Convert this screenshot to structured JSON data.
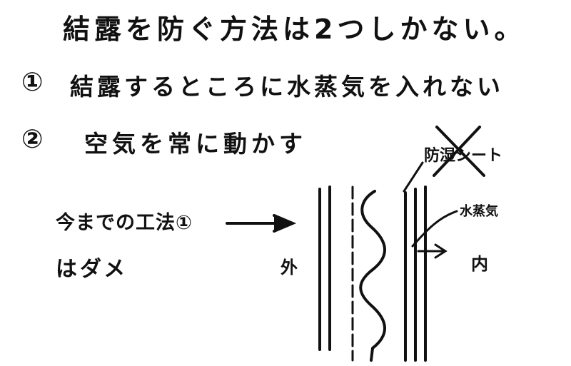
{
  "title": "結露を防ぐ方法は2つしかない。",
  "methods": [
    {
      "num": "①",
      "text": "結露するところに水蒸気を入れない"
    },
    {
      "num": "②",
      "text": "空気を常に動かす"
    }
  ],
  "conventional": {
    "line1": "今までの工法①",
    "line2": "はダメ"
  },
  "diagram": {
    "outside_label": "外",
    "inside_label": "内",
    "sheet_label": "防湿シート",
    "vapor_label": "水蒸気"
  }
}
